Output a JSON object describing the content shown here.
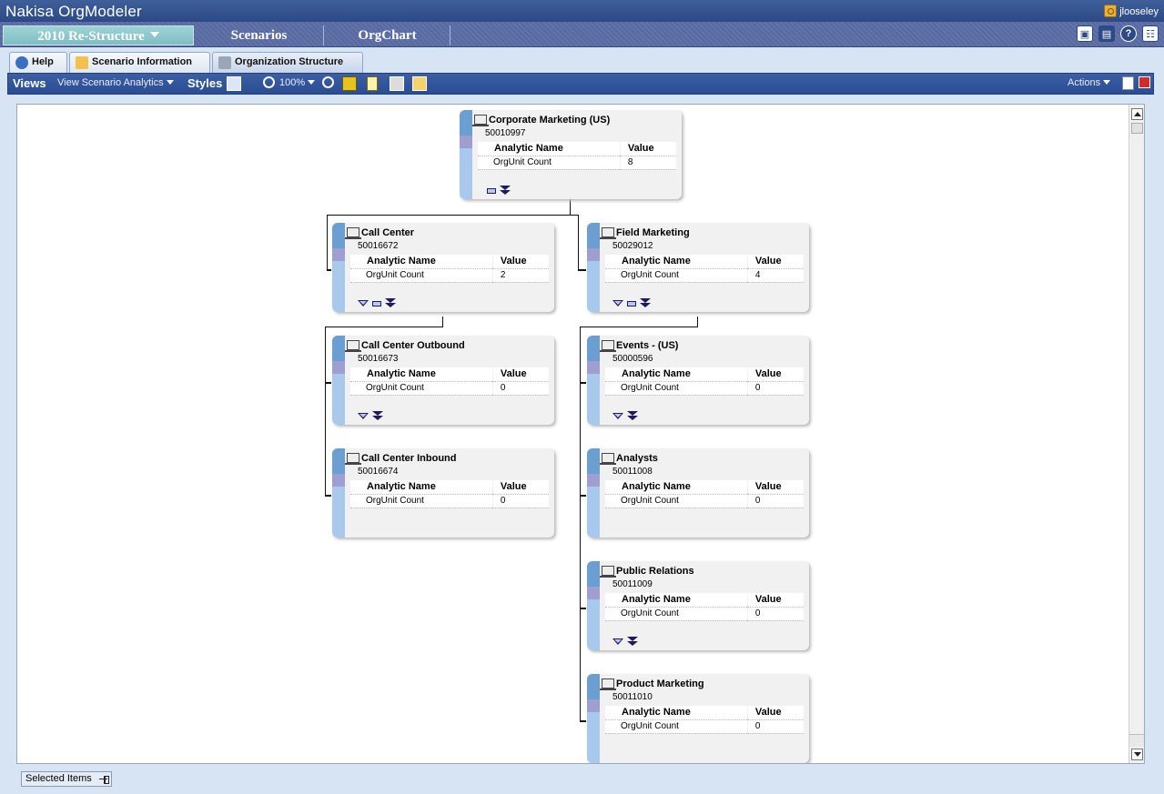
{
  "app": {
    "title": "Nakisa OrgModeler",
    "user": "jlooseley"
  },
  "mainnav": {
    "tabs": [
      {
        "label": "2010 Re-Structure"
      },
      {
        "label": "Scenarios"
      },
      {
        "label": "OrgChart"
      }
    ]
  },
  "subtabs": [
    {
      "label": "Help"
    },
    {
      "label": "Scenario Information"
    },
    {
      "label": "Organization Structure"
    }
  ],
  "toolbar": {
    "views": "Views",
    "view_analytics": "View Scenario Analytics",
    "styles": "Styles",
    "zoom": "100%",
    "actions": "Actions"
  },
  "table_headers": {
    "name": "Analytic Name",
    "value": "Value"
  },
  "cards": [
    {
      "title": "Corporate Marketing (US)",
      "id": "50010997",
      "analytic": "OrgUnit Count",
      "value": "8"
    },
    {
      "title": "Call Center",
      "id": "50016672",
      "analytic": "OrgUnit Count",
      "value": "2"
    },
    {
      "title": "Field Marketing",
      "id": "50029012",
      "analytic": "OrgUnit Count",
      "value": "4"
    },
    {
      "title": "Call Center Outbound",
      "id": "50016673",
      "analytic": "OrgUnit Count",
      "value": "0"
    },
    {
      "title": "Call Center Inbound",
      "id": "50016674",
      "analytic": "OrgUnit Count",
      "value": "0"
    },
    {
      "title": "Events - (US)",
      "id": "50000596",
      "analytic": "OrgUnit Count",
      "value": "0"
    },
    {
      "title": "Analysts",
      "id": "50011008",
      "analytic": "OrgUnit Count",
      "value": "0"
    },
    {
      "title": "Public Relations",
      "id": "50011009",
      "analytic": "OrgUnit Count",
      "value": "0"
    },
    {
      "title": "Product Marketing",
      "id": "50011010",
      "analytic": "OrgUnit Count",
      "value": "0"
    }
  ],
  "bottom": {
    "selected_items": "Selected Items"
  },
  "colors": {
    "titlebar": "#2c4a85",
    "toolbar": "#2a4d93",
    "active_tab": "#7fbdc3",
    "card_strip_top": "#6b9fd4",
    "card_strip_mid": "#9e9ed0",
    "card_strip": "#a9c9ec"
  }
}
